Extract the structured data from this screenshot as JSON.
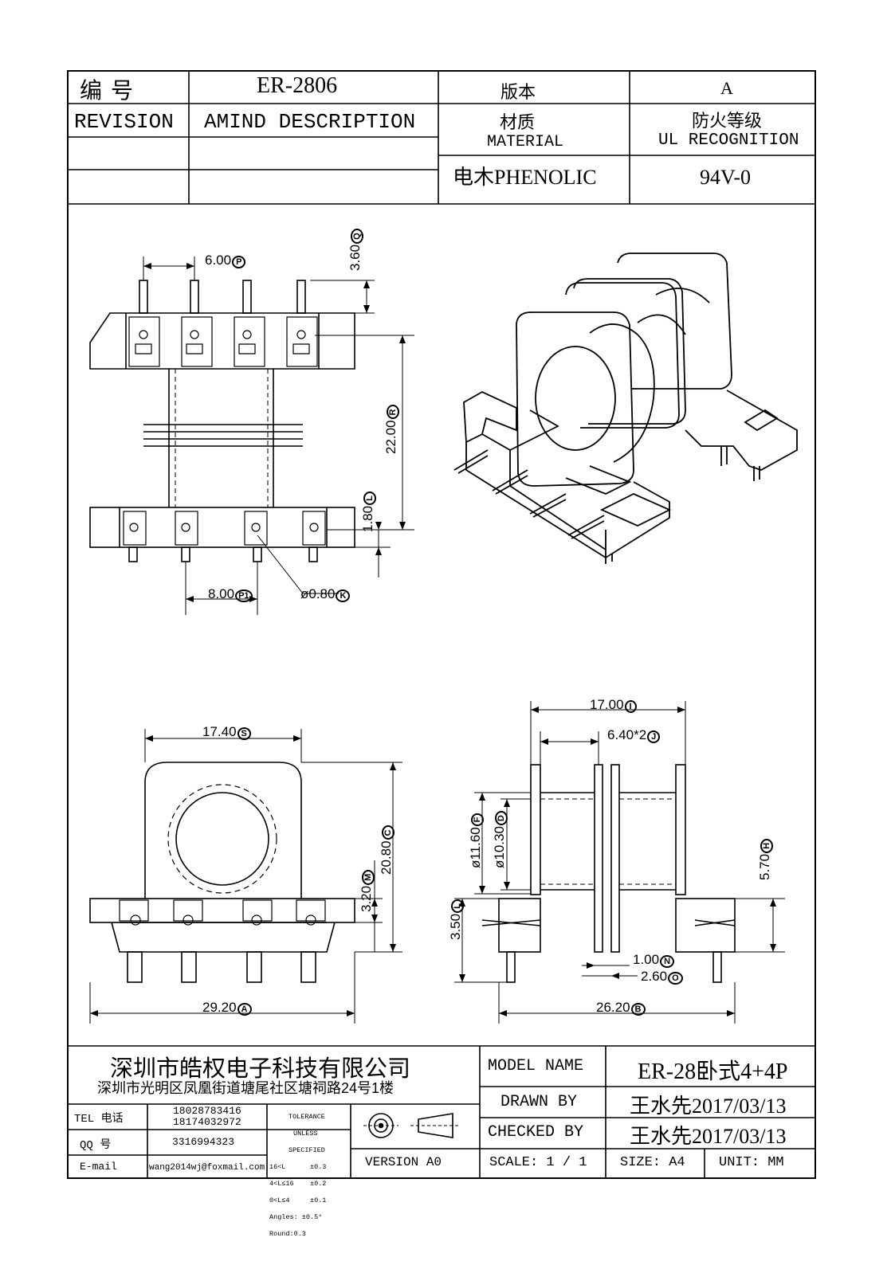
{
  "header": {
    "code_label": "编  号",
    "code_value": "ER-2806",
    "version_label": "版本",
    "version_value": "A",
    "revision_label": "REVISION",
    "amind_label": "AMIND DESCRIPTION",
    "material_label_cn": "材质",
    "material_label_en": "MATERIAL",
    "ul_label_cn": "防火等级",
    "ul_label_en": "UL RECOGNITION",
    "material_value": "电木PHENOLIC",
    "ul_value": "94V-0"
  },
  "dimensions": {
    "top_view": {
      "pin_len": "3.60",
      "pin_len_tag": "Q",
      "pitch_top": "6.00",
      "pitch_top_tag": "P",
      "height": "22.00",
      "height_tag": "R",
      "pin_offset": "1.80",
      "pin_offset_tag": "L",
      "pitch_bottom": "8.00",
      "pitch_bottom_tag": "P1",
      "pin_dia": "ø0.80",
      "pin_dia_tag": "K"
    },
    "front_view": {
      "flange_width": "17.40",
      "flange_width_tag": "S",
      "total_height": "20.80",
      "total_height_tag": "C",
      "base_height": "3.20",
      "base_height_tag": "M",
      "base_width": "29.20",
      "base_width_tag": "A"
    },
    "side_view": {
      "length": "17.00",
      "length_tag": "I",
      "winding": "6.40*2",
      "winding_tag": "J",
      "outer_dia": "ø11.60",
      "outer_dia_tag": "F",
      "inner_dia": "ø10.30",
      "inner_dia_tag": "D",
      "offset": "5.70",
      "offset_tag": "H",
      "pin_height": "3.50",
      "pin_height_tag": "L",
      "flange_thk": "1.00",
      "flange_thk_tag": "N",
      "gap": "2.60",
      "gap_tag": "O",
      "base_length": "26.20",
      "base_length_tag": "B"
    }
  },
  "title_block": {
    "company": "深圳市皓权电子科技有限公司",
    "address": "深圳市光明区凤凰街道塘尾社区塘祠路24号1楼",
    "tel_label": "TEL 电话",
    "tel_1": "18028783416",
    "tel_2": "18174032972",
    "qq_label": "QQ  号",
    "qq_value": "3316994323",
    "email_label": "E-mail",
    "email_value": "wang2014wj@foxmail.com",
    "tolerance_lines": [
      "TOLERANCE",
      "UNLESS",
      "SPECIFIED",
      "16<L      ±0.3",
      "4<L≤16    ±0.2",
      "0<L≤4     ±0.1",
      "Angles: ±0.5°",
      "Round:0.3"
    ],
    "version": "VERSION A0",
    "model_label": "MODEL NAME",
    "model_value": "ER-28卧式4+4P",
    "drawn_label": "DRAWN BY",
    "drawn_value": "王水先2017/03/13",
    "checked_label": "CHECKED BY",
    "checked_value": "王水先2017/03/13",
    "scale": "SCALE: 1 / 1",
    "size": "SIZE: A4",
    "unit": "UNIT: MM"
  }
}
